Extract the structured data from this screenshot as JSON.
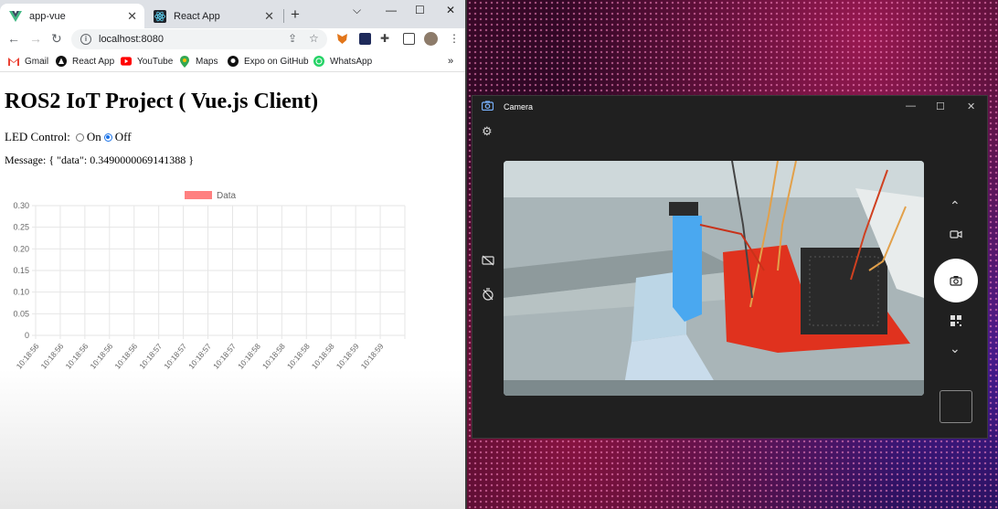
{
  "browser": {
    "tabs": [
      {
        "label": "app-vue",
        "icon": "vue-icon",
        "active": true
      },
      {
        "label": "React App",
        "icon": "react-icon",
        "active": false
      }
    ],
    "address": "localhost:8080",
    "bookmarks": [
      {
        "label": "Gmail",
        "icon": "gmail-icon"
      },
      {
        "label": "React App",
        "icon": "react-app-icon"
      },
      {
        "label": "YouTube",
        "icon": "youtube-icon"
      },
      {
        "label": "Maps",
        "icon": "maps-icon"
      },
      {
        "label": "Expo on GitHub",
        "icon": "github-icon"
      },
      {
        "label": "WhatsApp",
        "icon": "whatsapp-icon"
      }
    ],
    "more_bookmarks": "»"
  },
  "page": {
    "title": "ROS2 IoT Project ( Vue.js Client)",
    "led_label": "LED Control:",
    "led_options": [
      "On",
      "Off"
    ],
    "led_selected": "Off",
    "message_label": "Message:",
    "message_value": "{ \"data\": 0.3490000069141388 }"
  },
  "chart_data": {
    "type": "line",
    "legend": [
      {
        "name": "Data",
        "color": "#ff8080"
      }
    ],
    "categories": [
      "10:18:56",
      "10:18:56",
      "10:18:56",
      "10:18:56",
      "10:18:56",
      "10:18:57",
      "10:18:57",
      "10:18:57",
      "10:18:57",
      "10:18:58",
      "10:18:58",
      "10:18:58",
      "10:18:58",
      "10:18:59",
      "10:18:59"
    ],
    "y_ticks": [
      "0.30",
      "0.25",
      "0.20",
      "0.15",
      "0.10",
      "0.05",
      "0"
    ],
    "ylim": [
      0,
      0.3
    ],
    "grid": true,
    "legend_position": "top"
  },
  "camera": {
    "title": "Camera"
  }
}
